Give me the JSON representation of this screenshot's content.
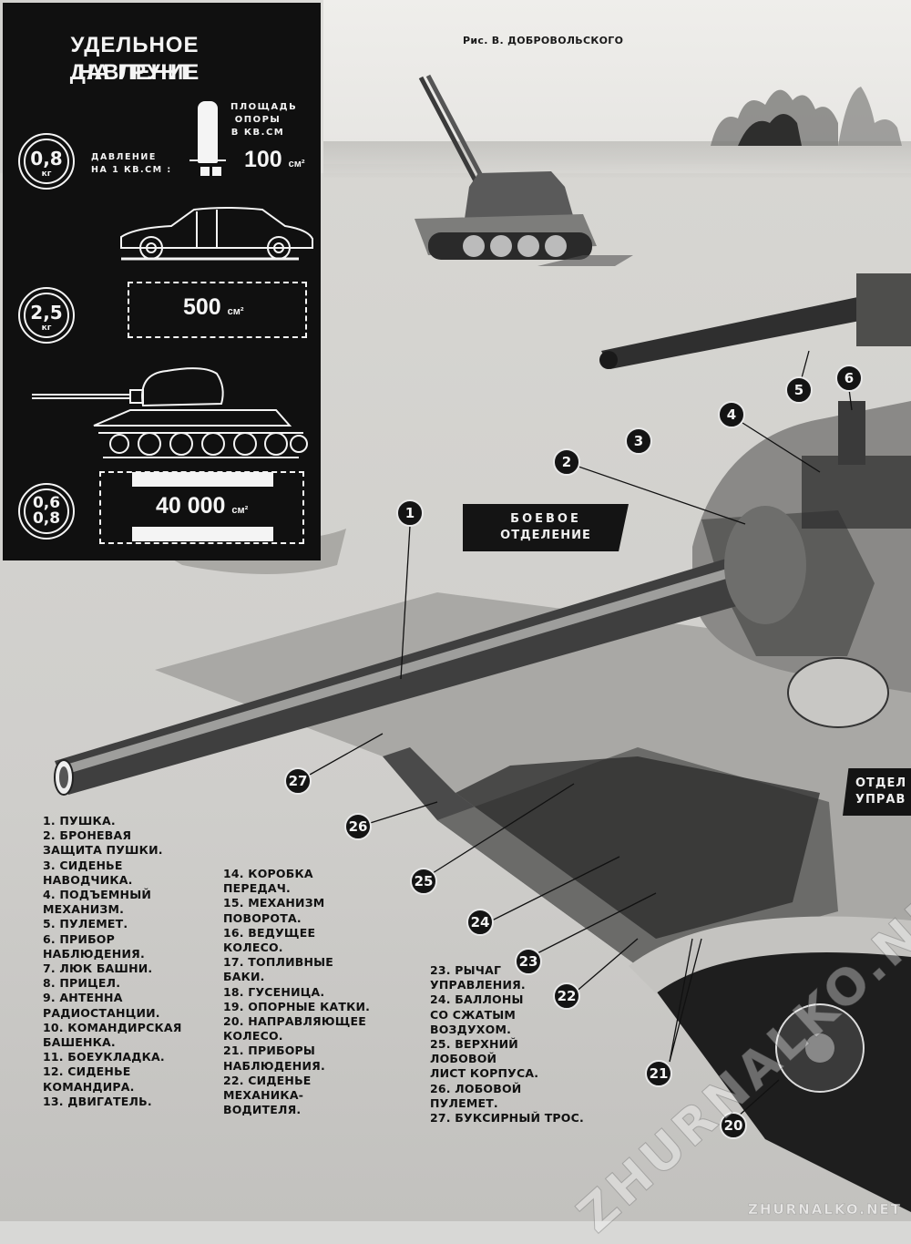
{
  "panel": {
    "title_line1": "УДЕЛЬНОЕ ДАВЛЕНИЕ",
    "title_line2": "НА ГРУНТ",
    "support_area_label": [
      "ПЛОЩАДЬ",
      "ОПОРЫ",
      "В КВ.СМ"
    ],
    "pressure_label": [
      "ДАВЛЕНИЕ",
      "НА 1 КВ.СМ :"
    ],
    "rows": [
      {
        "subject": "person",
        "pressure": "0,8",
        "unit": "кг",
        "area": "100",
        "area_unit": "см²"
      },
      {
        "subject": "car",
        "pressure": "2,5",
        "unit": "кг",
        "area": "500",
        "area_unit": "см²"
      },
      {
        "subject": "tank",
        "pressure": "0,6\n0,8",
        "pressure_top": "0,6",
        "pressure_bottom": "0,8",
        "unit": "кг",
        "area": "40 000",
        "area_unit": "см²"
      }
    ]
  },
  "credit": "Рис. В. ДОБРОВОЛЬСКОГО",
  "section_labels": {
    "fighting": [
      "БОЕВОЕ",
      "ОТДЕЛЕНИЕ"
    ],
    "control": [
      "ОТДЕЛ",
      "УПРАВ"
    ]
  },
  "callouts": [
    "1",
    "2",
    "3",
    "4",
    "5",
    "6",
    "20",
    "21",
    "22",
    "23",
    "24",
    "25",
    "26",
    "27"
  ],
  "legend": {
    "col1": [
      "1. ПУШКА.",
      "2. БРОНЕВАЯ",
      "ЗАЩИТА ПУШКИ.",
      "3. СИДЕНЬЕ",
      "НАВОДЧИКА.",
      "4. ПОДЪЕМНЫЙ",
      "МЕХАНИЗМ.",
      "5. ПУЛЕМЕТ.",
      "6. ПРИБОР",
      "НАБЛЮДЕНИЯ.",
      "7. ЛЮК БАШНИ.",
      "8. ПРИЦЕЛ.",
      "9. АНТЕННА",
      "РАДИОСТАНЦИИ.",
      "10. КОМАНДИРСКАЯ",
      "БАШЕНКА.",
      "11. БОЕУКЛАДКА.",
      "12. СИДЕНЬЕ",
      "КОМАНДИРА.",
      "13. ДВИГАТЕЛЬ."
    ],
    "col2": [
      "14. КОРОБКА",
      "ПЕРЕДАЧ.",
      "15. МЕХАНИЗМ",
      "ПОВОРОТА.",
      "16. ВЕДУЩЕЕ",
      "КОЛЕСО.",
      "17. ТОПЛИВНЫЕ",
      "БАКИ.",
      "18. ГУСЕНИЦА.",
      "19. ОПОРНЫЕ КАТКИ.",
      "20. НАПРАВЛЯЮЩЕЕ",
      "КОЛЕСО.",
      "21. ПРИБОРЫ",
      "НАБЛЮДЕНИЯ.",
      "22. СИДЕНЬЕ",
      "МЕХАНИКА-",
      "ВОДИТЕЛЯ."
    ],
    "col3": [
      "23. РЫЧАГ",
      "УПРАВЛЕНИЯ.",
      "24. БАЛЛОНЫ",
      "СО СЖАТЫМ",
      "ВОЗДУХОМ.",
      "25. ВЕРХНИЙ",
      "ЛОБОВОЙ",
      "ЛИСТ КОРПУСА.",
      "26. ЛОБОВОЙ",
      "ПУЛЕМЕТ.",
      "27. БУКСИРНЫЙ ТРОС."
    ]
  },
  "watermark": "ZHURNALKO.NET",
  "watermark_small": "ZHURNALKO.NET"
}
